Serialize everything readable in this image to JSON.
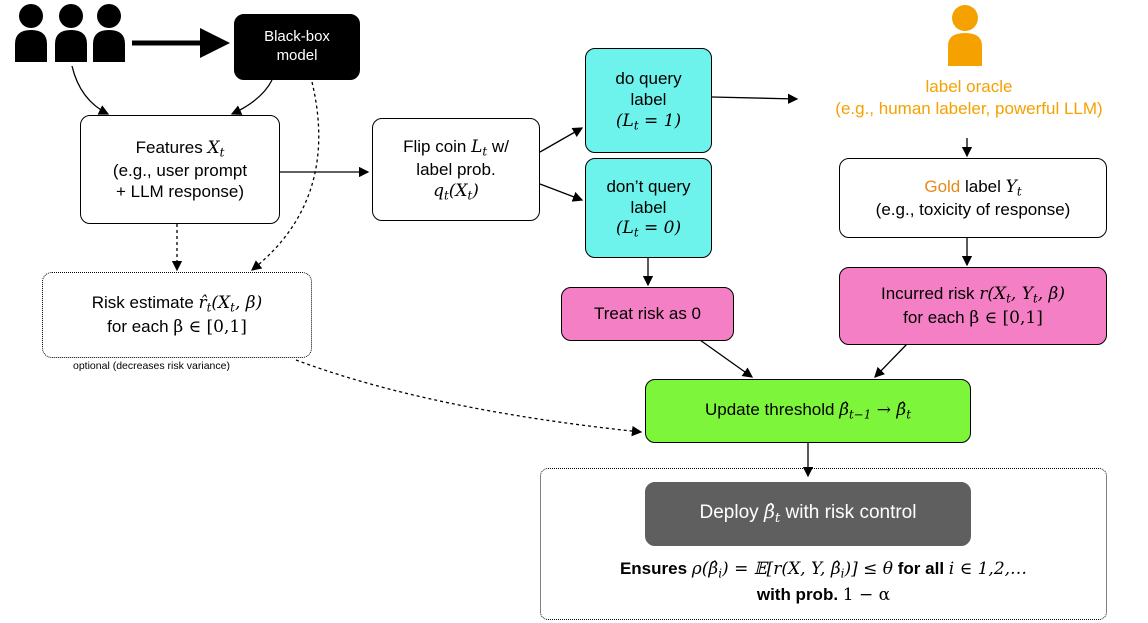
{
  "black_box": {
    "line1": "Black-box",
    "line2": "model"
  },
  "features": {
    "line1_prefix": "Features ",
    "var": "X",
    "sub": "t",
    "line2": "(e.g., user prompt",
    "line3": "+ LLM response)"
  },
  "flip": {
    "line1_prefix": "Flip coin ",
    "var": "L",
    "sub": "t",
    "line1_suffix": " w/",
    "line2": "label prob.",
    "q": "q",
    "q_sub": "t",
    "q_arg": "(X",
    "q_arg_sub": "t",
    "q_close": ")"
  },
  "do_query": {
    "line1": "do query",
    "line2": "label",
    "eq": "(L",
    "eq_sub": "t",
    "eq_rest": " = 1)"
  },
  "dont_query": {
    "line1": "don’t query",
    "line2": "label",
    "eq": "(L",
    "eq_sub": "t",
    "eq_rest": " = 0)"
  },
  "oracle": {
    "line1": "label oracle",
    "line2": "(e.g., human labeler, powerful LLM)"
  },
  "gold": {
    "gold_word": "Gold",
    "rest_prefix": " label ",
    "var": "Y",
    "sub": "t",
    "line2": "(e.g., toxicity of response)"
  },
  "risk_estimate": {
    "prefix": "Risk estimate ",
    "math": "r̂",
    "sub": "t",
    "args": "(X",
    "args_sub": "t",
    "args_rest": ", β)",
    "line2_prefix": "for each ",
    "line2_math": "β ∈ [0,1]"
  },
  "optional_note": "optional (decreases risk variance)",
  "treat_risk": "Treat risk as 0",
  "incurred": {
    "prefix": "Incurred risk ",
    "math": "r(X",
    "sub1": "t",
    "mid": ", Y",
    "sub2": "t",
    "rest": ", β)",
    "line2_prefix": "for each ",
    "line2_math": "β ∈ [0,1]"
  },
  "update": {
    "prefix": "Update threshold ",
    "b1": "β̂",
    "b1_sub": "t−1",
    "arrow": " → ",
    "b2": "β̂",
    "b2_sub": "t"
  },
  "deploy": {
    "prefix": "Deploy ",
    "b": "β̂",
    "b_sub": "t",
    "suffix": " with risk control"
  },
  "ensures": {
    "bold1": "Ensures ",
    "math1": "ρ(β̂",
    "math1_sub": "i",
    "math1_rest": ") = 𝔼[r(X, Y, β̂",
    "math2_sub": "i",
    "math2_rest": ")] ≤ θ",
    "bold2": " for all ",
    "math3": "i ∈ 1,2,…",
    "line2_bold": "with prob. ",
    "line2_math": "1 − α"
  },
  "colors": {
    "cyan": "#6ef2ec",
    "pink": "#f57fc4",
    "green": "#7cf53a",
    "orange": "#f5a100",
    "gray": "#5f5f5f"
  },
  "icons": [
    "users-icon",
    "person-icon"
  ]
}
